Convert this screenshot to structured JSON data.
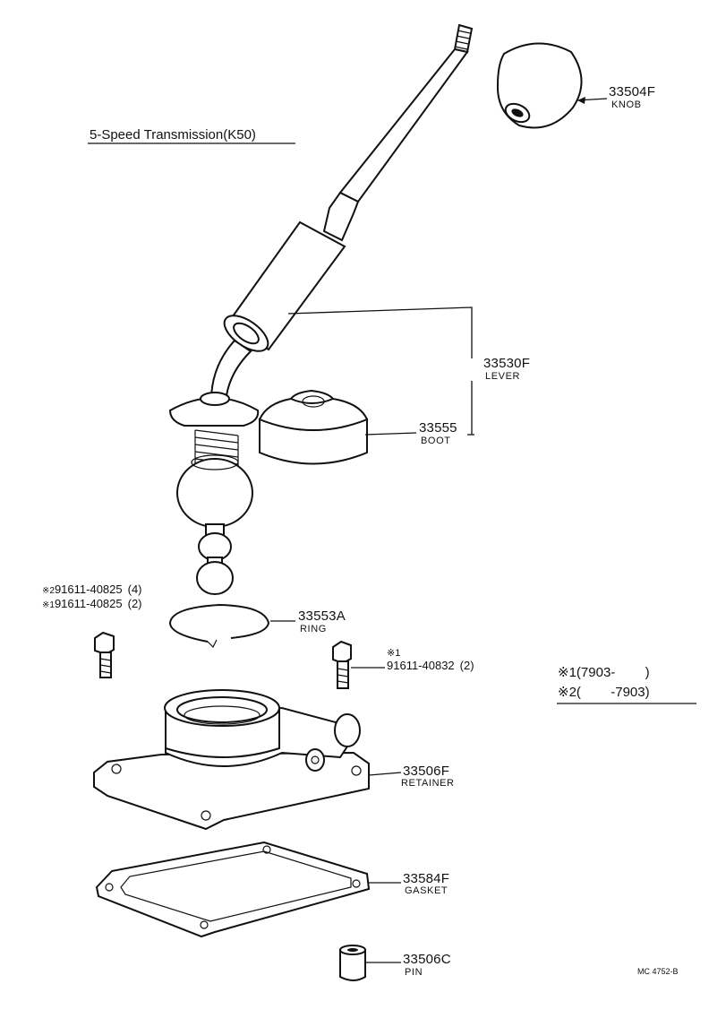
{
  "title": "5-Speed Transmission(K50)",
  "drawing_code": "MC 4752-B",
  "notes": [
    {
      "mark": "※1",
      "range": "(7903-        )"
    },
    {
      "mark": "※2",
      "range": "(        -7903)"
    }
  ],
  "parts": {
    "knob": {
      "number": "33504F",
      "name": "KNOB"
    },
    "lever": {
      "number": "33530F",
      "name": "LEVER"
    },
    "boot": {
      "number": "33555",
      "name": "BOOT"
    },
    "ring": {
      "number": "33553A",
      "name": "RING"
    },
    "retainer": {
      "number": "33506F",
      "name": "RETAINER"
    },
    "gasket": {
      "number": "33584F",
      "name": "GASKET"
    },
    "pin": {
      "number": "33506C",
      "name": "PIN"
    }
  },
  "bolts": {
    "left_note2": {
      "mark": "※2",
      "number": "91611-40825",
      "qty": "(4)"
    },
    "left_note1": {
      "mark": "※1",
      "number": "91611-40825",
      "qty": "(2)"
    },
    "right_mark": "※1",
    "right": {
      "number": "91611-40832",
      "qty": "(2)"
    }
  }
}
